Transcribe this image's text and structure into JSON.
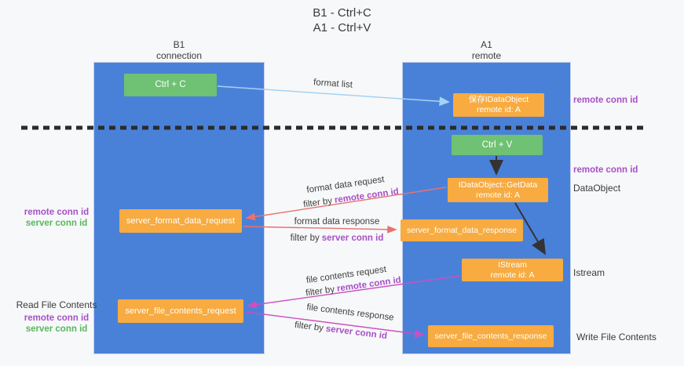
{
  "title": {
    "line1": "B1 - Ctrl+C",
    "line2": "A1 - Ctrl+V"
  },
  "lanes": {
    "b1": {
      "name": "B1",
      "subtitle": "connection"
    },
    "a1": {
      "name": "A1",
      "subtitle": "remote"
    }
  },
  "nodes": {
    "ctrl_c": {
      "label": "Ctrl + C"
    },
    "save_dataobject": {
      "line1": "保存IDataObject",
      "line2": "remote id: A"
    },
    "ctrl_v": {
      "label": "Ctrl + V"
    },
    "getdata": {
      "line1": "IDataObject::GetData",
      "line2": "remote id: A"
    },
    "format_request": {
      "label": "server_format_data_request"
    },
    "format_response": {
      "label": "server_format_data_response"
    },
    "istream": {
      "line1": "IStream",
      "line2": "remote id: A"
    },
    "file_request": {
      "label": "server_file_contents_request"
    },
    "file_response": {
      "label": "server_file_contents_response"
    }
  },
  "edge_labels": {
    "format_list": "format list",
    "format_data_request": "format data request",
    "format_data_response": "format data response",
    "file_contents_request": "file contents request",
    "file_contents_response": "file contents response",
    "filter_by": "filter by",
    "remote_conn_id": "remote conn id",
    "server_conn_id": "server conn id"
  },
  "side_labels": {
    "data_object": "DataObject",
    "istream": "Istream",
    "read_file_contents": "Read File Contents",
    "write_file_contents": "Write File Contents"
  },
  "colors": {
    "lane": "#4a81d8",
    "node_orange": "#f7ab40",
    "node_green": "#6fc173",
    "remote_conn_text": "#a750c7",
    "server_conn_text": "#58b75c",
    "arrow_red": "#e87272",
    "arrow_magenta": "#cd4fc4",
    "arrow_blue": "#a5d2f3",
    "arrow_black": "#333333",
    "dashed_line": "#2b2b2b"
  }
}
